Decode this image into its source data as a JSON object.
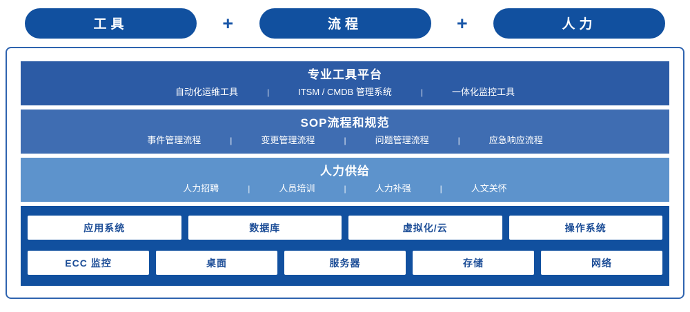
{
  "header": {
    "pills": [
      {
        "label": "工具"
      },
      {
        "label": "流程"
      },
      {
        "label": "人力"
      }
    ],
    "plus": "+"
  },
  "separator": "|",
  "bands": [
    {
      "title": "专业工具平台",
      "items": [
        "自动化运维工具",
        "ITSM / CMDB 管理系统",
        "一体化监控工具"
      ]
    },
    {
      "title": "SOP流程和规范",
      "items": [
        "事件管理流程",
        "变更管理流程",
        "问题管理流程",
        "应急响应流程"
      ]
    },
    {
      "title": "人力供给",
      "items": [
        "人力招聘",
        "人员培训",
        "人力补强",
        "人文关怀"
      ]
    }
  ],
  "infrastructure": {
    "row1": [
      "应用系统",
      "数据库",
      "虚拟化/云",
      "操作系统"
    ],
    "row2": [
      "ECC 监控",
      "桌面",
      "服务器",
      "存储",
      "网络"
    ]
  },
  "colors": {
    "pill_navy": "#11509f",
    "band1_blue": "#2c5ba5",
    "band2_blue": "#3f6db2",
    "band3_blue": "#5d93cc",
    "base_navy": "#11509f",
    "border_blue": "#2e63af",
    "box_text_navy": "#1b4c96",
    "plus_blue": "#1a57a8"
  }
}
